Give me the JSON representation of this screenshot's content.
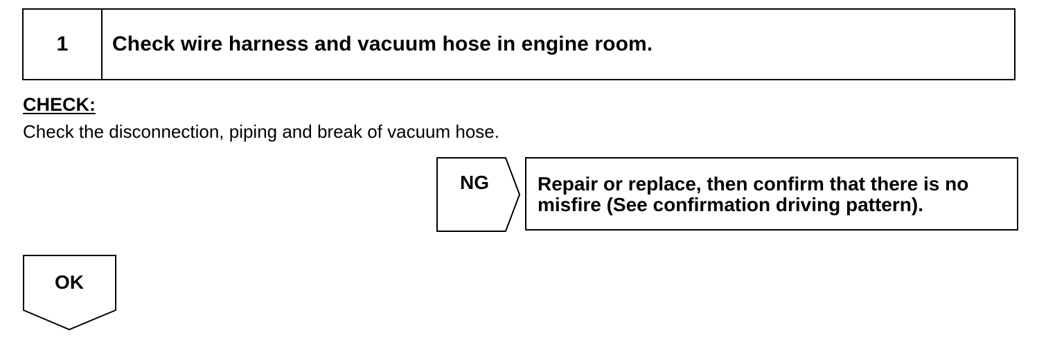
{
  "step": {
    "number": "1",
    "title": "Check wire harness and vacuum hose in engine room."
  },
  "check": {
    "heading": "CHECK:",
    "text": "Check the disconnection, piping and break of vacuum hose."
  },
  "ng": {
    "label": "NG",
    "action_line1": "Repair or replace, then confirm that there is no",
    "action_line2": "misfire (See confirmation driving pattern)."
  },
  "ok": {
    "label": "OK"
  }
}
